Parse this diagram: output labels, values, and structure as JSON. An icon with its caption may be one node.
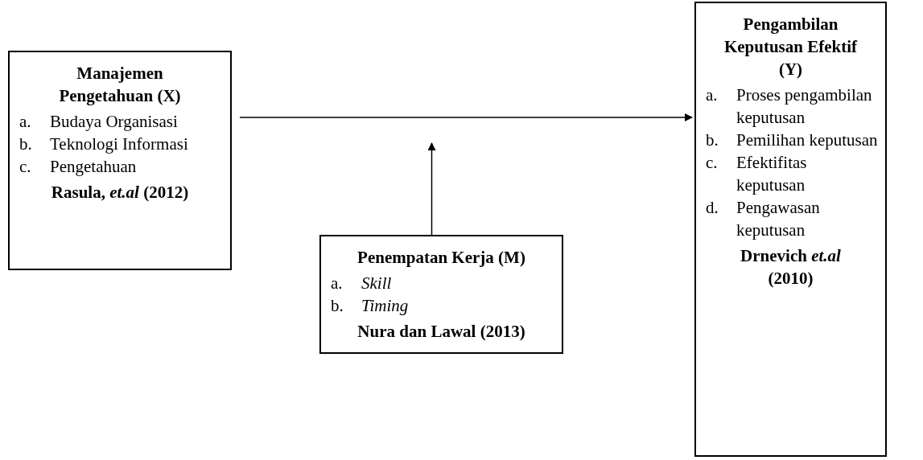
{
  "diagram": {
    "nodes": [
      {
        "text": [
          "Manajemen Pengetahuan (X)",
          "a. Budaya Organisasi",
          "b. Teknologi Informasi",
          "c. Pengetahuan",
          "Rasula, *et.al* (2012)"
        ]
      },
      {
        "text": [
          "Penempatan Kerja (M)",
          "a. *Skill*",
          "b. *Timing*",
          "Nura dan Lawal (2013)"
        ]
      },
      {
        "text": [
          "Pengambilan Keputusan Efektif (Y)",
          "a. Proses pengambilan keputusan",
          "b. Pemilihan keputusan",
          "c. Efektifitas keputusan",
          "d. Pengawasan keputusan",
          "Drnevich *et.al* (2010)"
        ]
      }
    ],
    "edges": [
      {
        "from": 0,
        "to": 2,
        "arrow": "to"
      },
      {
        "from": 1,
        "to": null,
        "arrow": "to"
      }
    ]
  }
}
